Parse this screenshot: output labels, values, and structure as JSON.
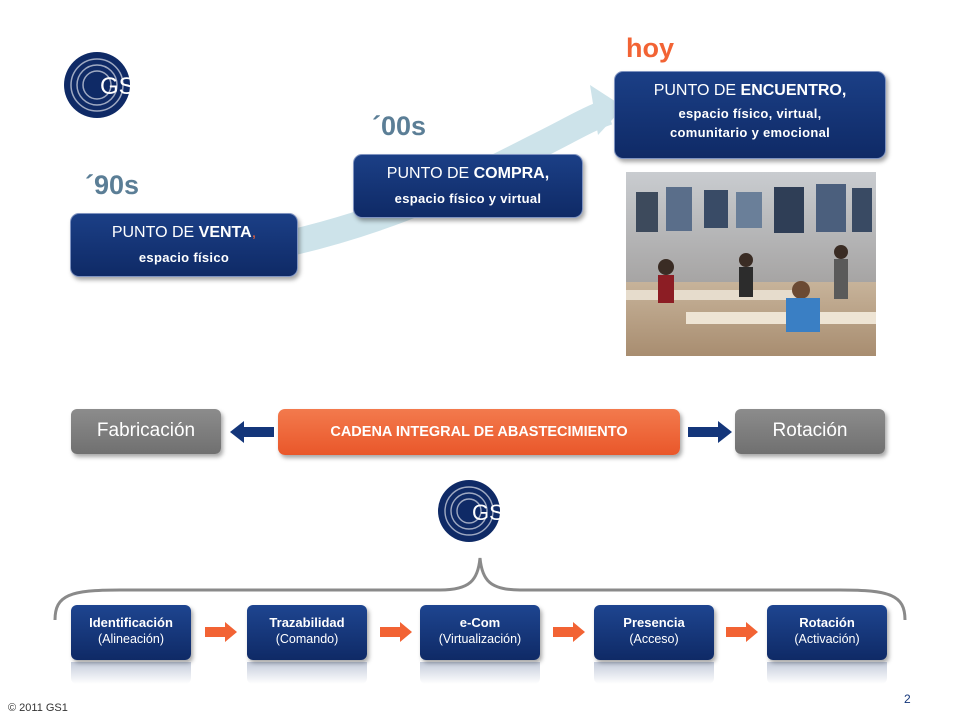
{
  "logo": {
    "text": "GS1"
  },
  "eras": {
    "e90": {
      "label": "´90s",
      "box_line1_prefix": "PUNTO DE ",
      "box_line1_bold": "VENTA",
      "box_line1_suffix": ",",
      "box_line2": "espacio físico"
    },
    "e00": {
      "label": "´00s",
      "box_line1_prefix": "PUNTO DE ",
      "box_line1_bold": "COMPRA,",
      "box_line2": "espacio físico y virtual"
    },
    "hoy": {
      "label": "hoy",
      "box_line1_prefix": "PUNTO DE ",
      "box_line1_bold": "ENCUENTRO,",
      "box_line2a": "espacio físico, virtual,",
      "box_line2b": "comunitario y emocional"
    }
  },
  "chain": {
    "left": "Fabricación",
    "center": "CADENA INTEGRAL DE ABASTECIMIENTO",
    "right": "Rotación"
  },
  "steps": [
    {
      "title": "Identificación",
      "sub": "(Alineación)"
    },
    {
      "title": "Trazabilidad",
      "sub": "(Comando)"
    },
    {
      "title": "e-Com",
      "sub": "(Virtualización)"
    },
    {
      "title": "Presencia",
      "sub": "(Acceso)"
    },
    {
      "title": "Rotación",
      "sub": "(Activación)"
    }
  ],
  "footer": {
    "copyright": "© 2011 GS1",
    "page": "2"
  },
  "colors": {
    "navy": "#14367a",
    "orange": "#f26334",
    "grey": "#7d7d7d",
    "arrow_light": "#cde3ea"
  }
}
